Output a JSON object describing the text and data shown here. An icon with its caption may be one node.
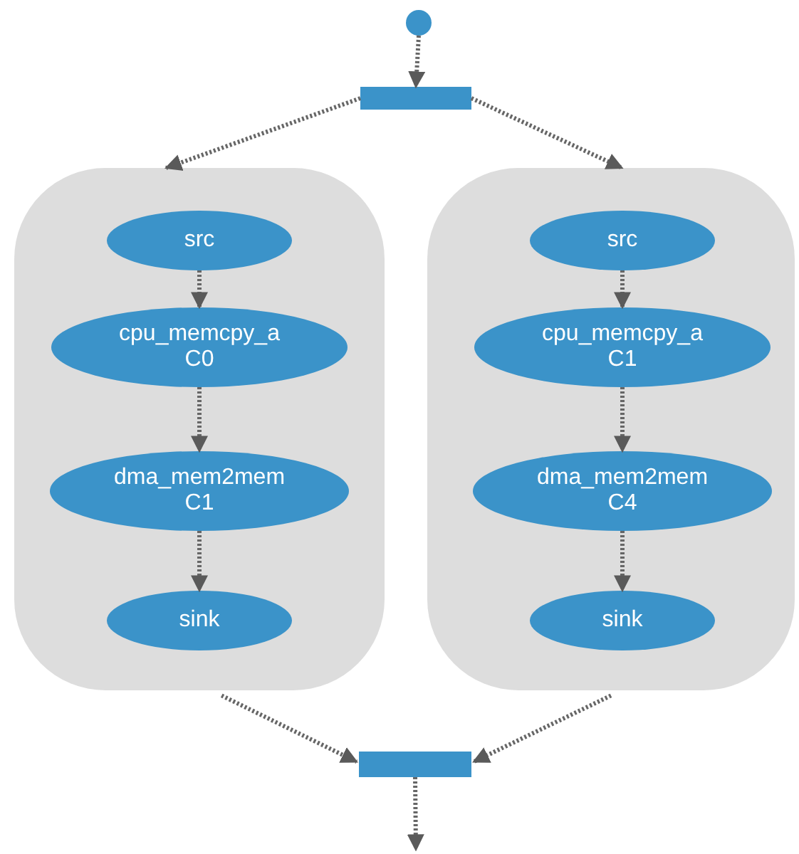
{
  "diagram": {
    "nodes": [
      {
        "text": [],
        "shape": "circle"
      },
      {
        "text": [],
        "shape": "bar"
      },
      {
        "text": [],
        "shape": "box"
      },
      {
        "text": [
          "src"
        ],
        "in": 2
      },
      {
        "text": [
          "cpu_memcpy_a C0"
        ],
        "in": 2
      },
      {
        "text": [
          "dma_mem2mem C1"
        ],
        "in": 2
      },
      {
        "text": [
          "sink"
        ],
        "in": 2
      },
      {
        "text": [],
        "shape": "box"
      },
      {
        "text": [
          "src"
        ],
        "in": 7
      },
      {
        "text": [
          "cpu_memcpy_a C1"
        ],
        "in": 7
      },
      {
        "text": [
          "dma_mem2mem C4"
        ],
        "in": 7
      },
      {
        "text": [
          "sink"
        ],
        "in": 7
      },
      {
        "text": [],
        "shape": "bar"
      }
    ],
    "edges": [
      {
        "from": 0,
        "to": 1,
        "arrow": "to",
        "style": "dashed"
      },
      {
        "from": 1,
        "to": 2,
        "arrow": "to",
        "style": "dashed"
      },
      {
        "from": 1,
        "to": 7,
        "arrow": "to",
        "style": "dashed"
      },
      {
        "from": 3,
        "to": 4,
        "arrow": "to",
        "style": "dashed"
      },
      {
        "from": 4,
        "to": 5,
        "arrow": "to",
        "style": "dashed"
      },
      {
        "from": 5,
        "to": 6,
        "arrow": "to",
        "style": "dashed"
      },
      {
        "from": 8,
        "to": 9,
        "arrow": "to",
        "style": "dashed"
      },
      {
        "from": 9,
        "to": 10,
        "arrow": "to",
        "style": "dashed"
      },
      {
        "from": 10,
        "to": 11,
        "arrow": "to",
        "style": "dashed"
      },
      {
        "from": 2,
        "to": 12,
        "arrow": "to",
        "style": "dashed"
      },
      {
        "from": 7,
        "to": 12,
        "arrow": "to",
        "style": "dashed"
      },
      {
        "from": 12,
        "to": null,
        "arrow": "to",
        "style": "dashed"
      }
    ]
  }
}
